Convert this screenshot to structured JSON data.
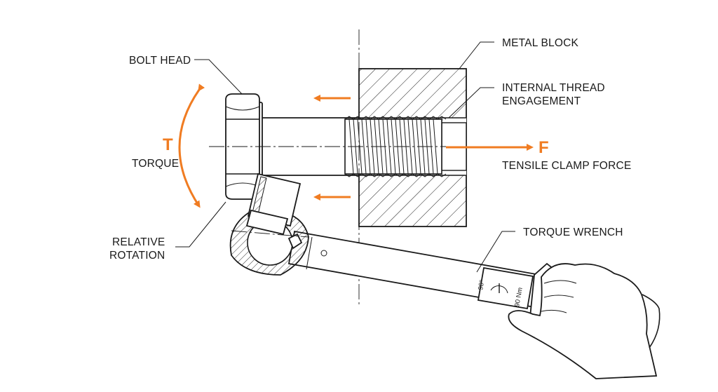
{
  "labels": {
    "bolt_head": "BOLT HEAD",
    "metal_block": "METAL BLOCK",
    "internal_thread_1": "INTERNAL THREAD",
    "internal_thread_2": "ENGAGEMENT",
    "torque_symbol": "T",
    "torque": "TORQUE",
    "force_symbol": "F",
    "tensile_clamp_force": "TENSILE CLAMP FORCE",
    "relative_1": "RELATIVE",
    "relative_2": "ROTATION",
    "torque_wrench": "TORQUE WRENCH",
    "gauge_angle": "90°",
    "gauge_torque": "90 Nm"
  },
  "colors": {
    "accent": "#f07c22",
    "ink": "#1a1a1a"
  }
}
